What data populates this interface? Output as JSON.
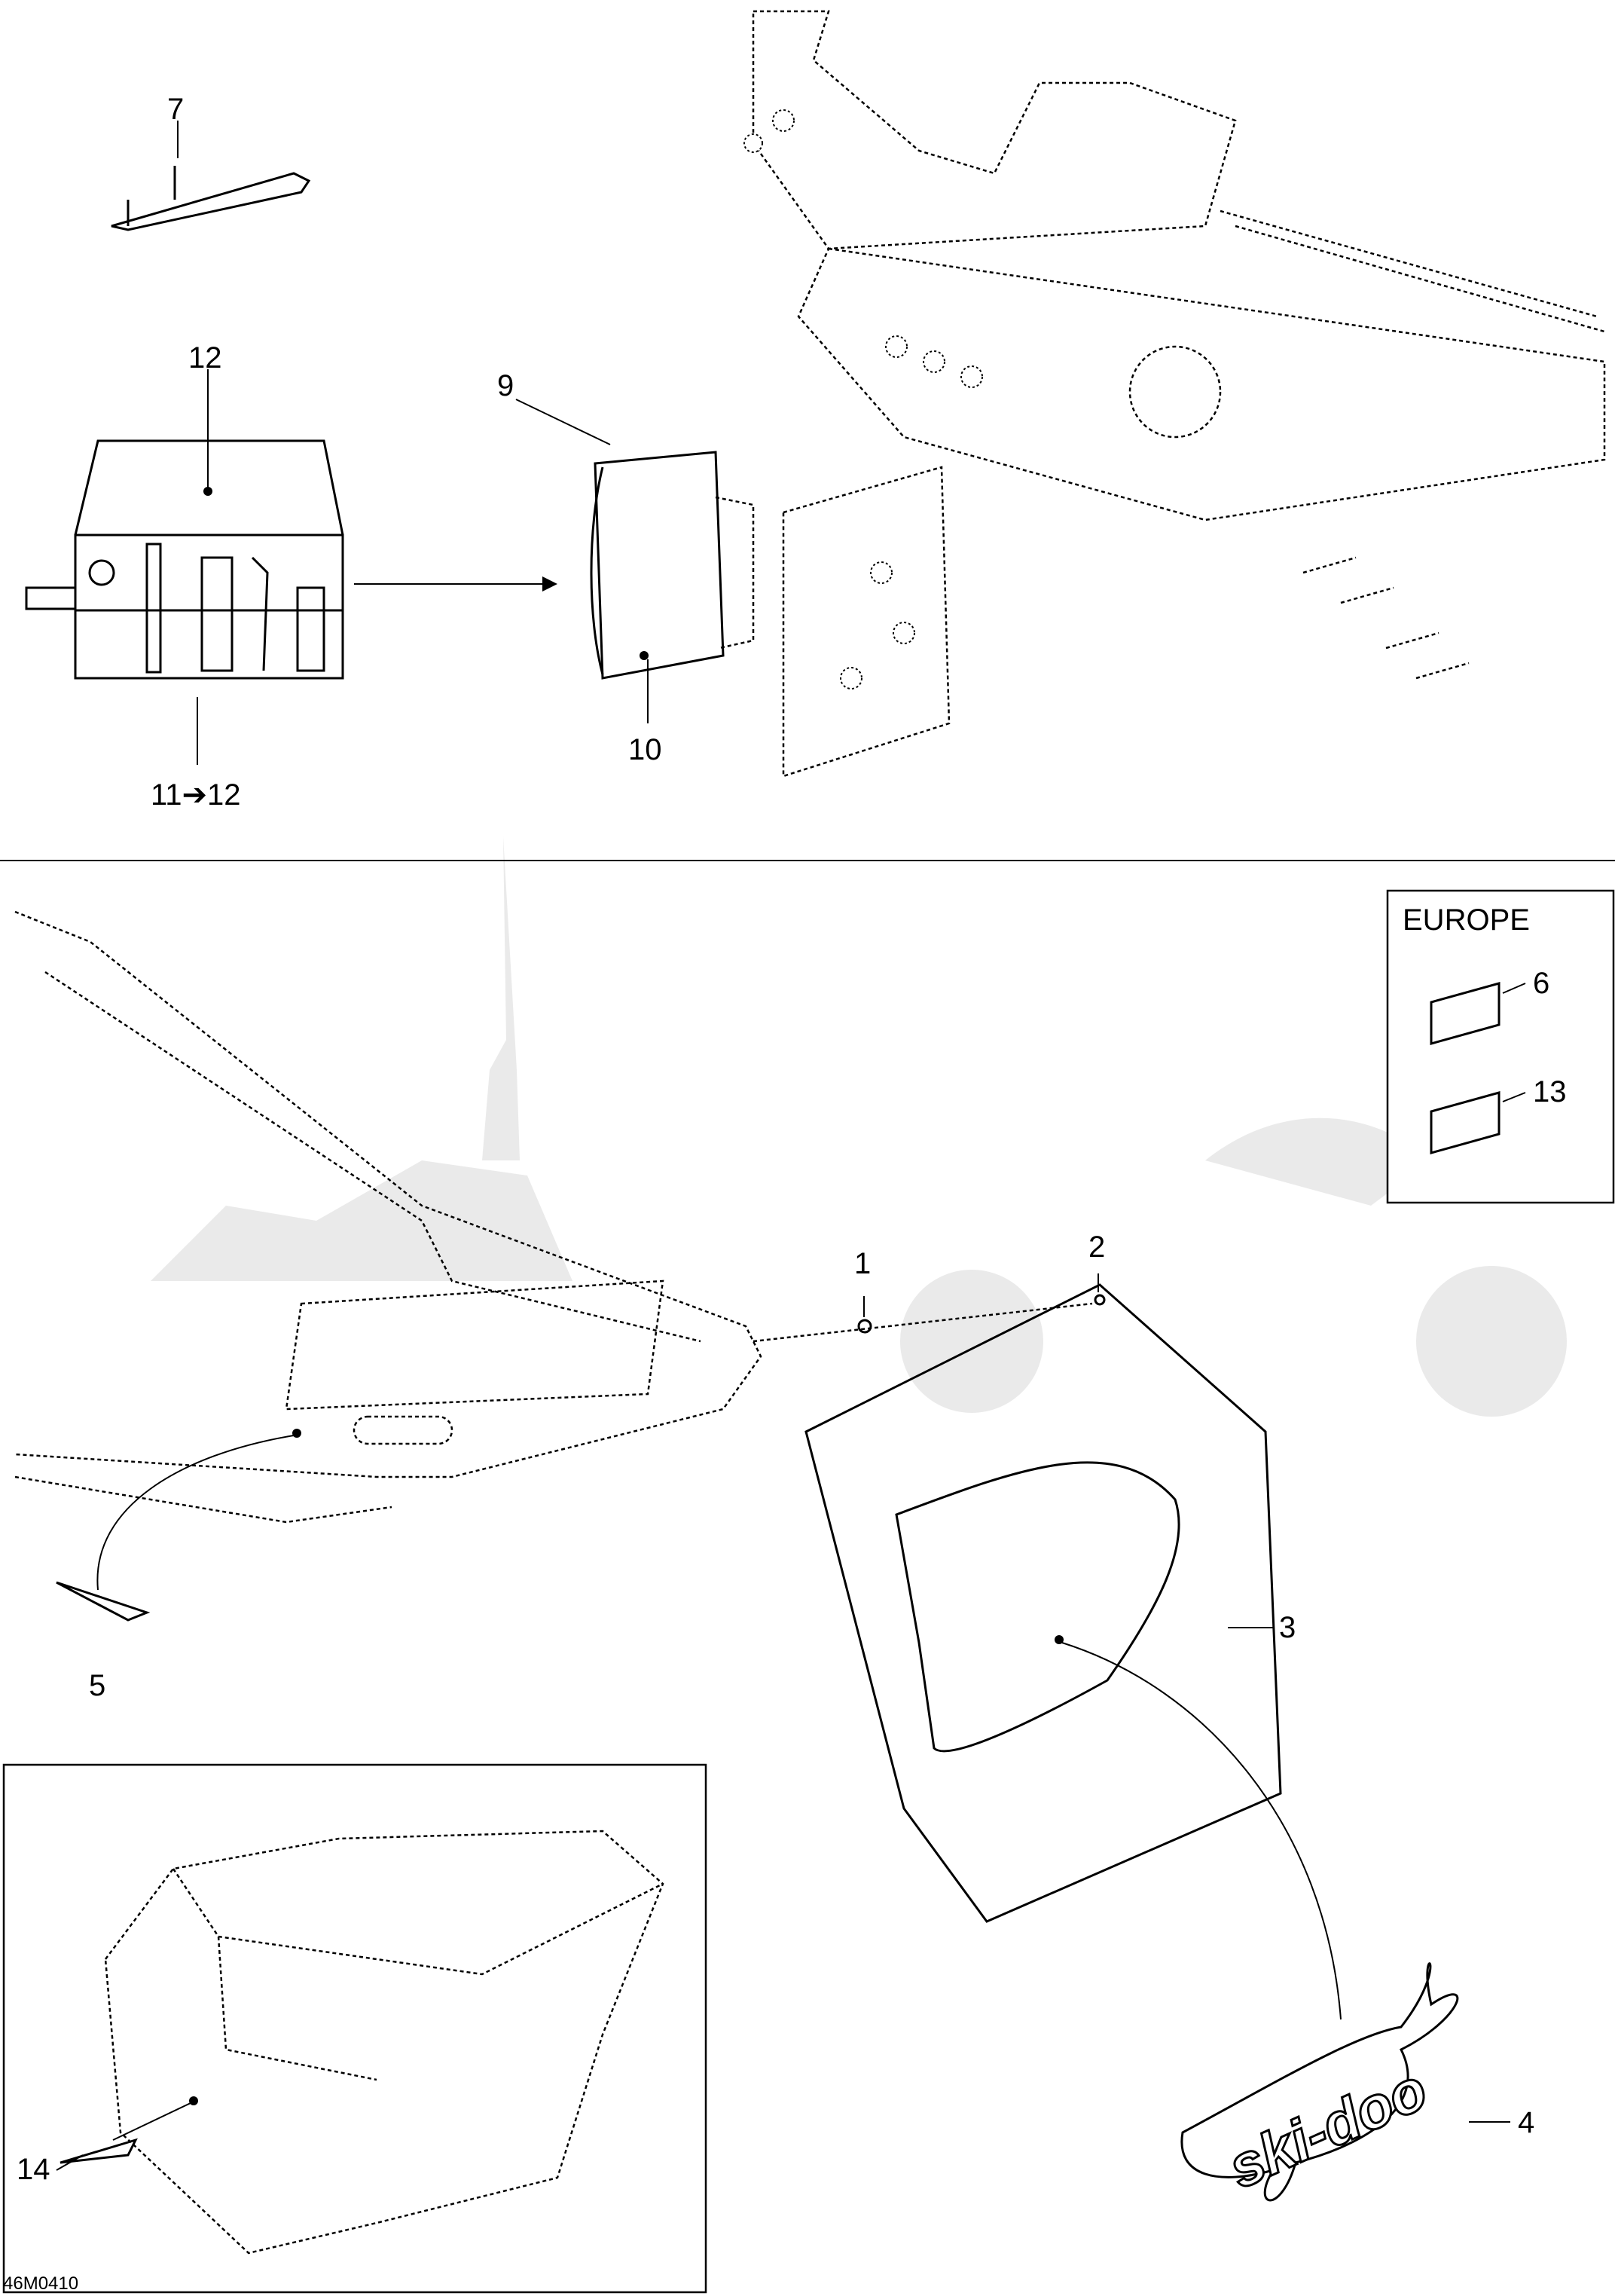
{
  "diagram_code": "46M0410",
  "region_box": {
    "label": "EUROPE",
    "items": [
      "6",
      "13"
    ]
  },
  "callouts": {
    "c1": "1",
    "c2": "2",
    "c3": "3",
    "c4": "4",
    "c5": "5",
    "c7": "7",
    "c9": "9",
    "c10": "10",
    "c11_12": "11➔12",
    "c12": "12",
    "c14": "14"
  },
  "decal_text": "ski-doo",
  "colors": {
    "line": "#000000",
    "background": "#ffffff",
    "watermark": "#d9d9d9"
  }
}
